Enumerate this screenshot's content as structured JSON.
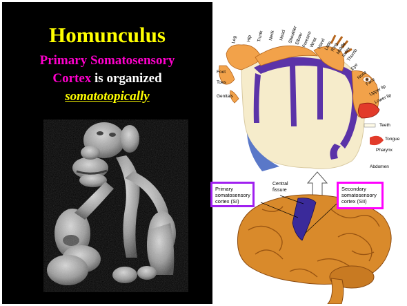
{
  "slide": {
    "title": "Homunculus",
    "line1": "Primary Somatosensory",
    "line2_magenta": "Cortex",
    "line2_white": " is organized",
    "line3": "somatotopically"
  },
  "diagram": {
    "body_labels": {
      "leg": "Leg",
      "hip": "Hip",
      "trunk": "Trunk",
      "neck": "Neck",
      "head": "Head",
      "shoulder": "Shoulder",
      "elbow": "Elbow",
      "forearm": "Forearm",
      "wrist": "Wrist",
      "hand": "Hand",
      "little": "Little",
      "ring": "Ring",
      "middle": "Middle",
      "index": "Index",
      "thumb": "Thumb",
      "eye": "Eye",
      "nose": "Nose",
      "face": "Face",
      "upper_lip": "Upper lip",
      "lower_lip": "Lower lip",
      "teeth": "Teeth",
      "tongue": "Tongue",
      "pharynx": "Pharynx",
      "abdomen": "Abdomen",
      "foot": "Foot",
      "toes": "Toes",
      "genitals": "Genitals"
    },
    "brain_labels": {
      "primary_line1": "Primary",
      "primary_line2": "somatosensory",
      "primary_line3": "cortex (SI)",
      "central_line1": "Central",
      "central_line2": "fissure",
      "secondary_line1": "Secondary",
      "secondary_line2": "somatosensory",
      "secondary_line3": "cortex (SII)"
    },
    "colors": {
      "cortex": "#5b33a8",
      "flesh": "#f2a24a",
      "box_border": "#a020f0",
      "brain": "#d98a2b"
    }
  }
}
